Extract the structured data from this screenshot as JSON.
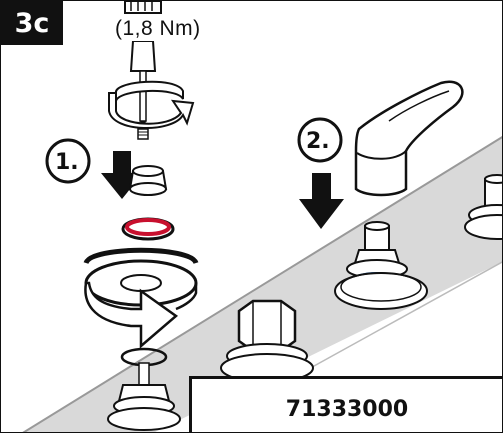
{
  "step_label": "3c",
  "torque_label": "(1,8 Nm)",
  "step1_label": "1.",
  "step2_label": "2.",
  "model_number": "71333000"
}
